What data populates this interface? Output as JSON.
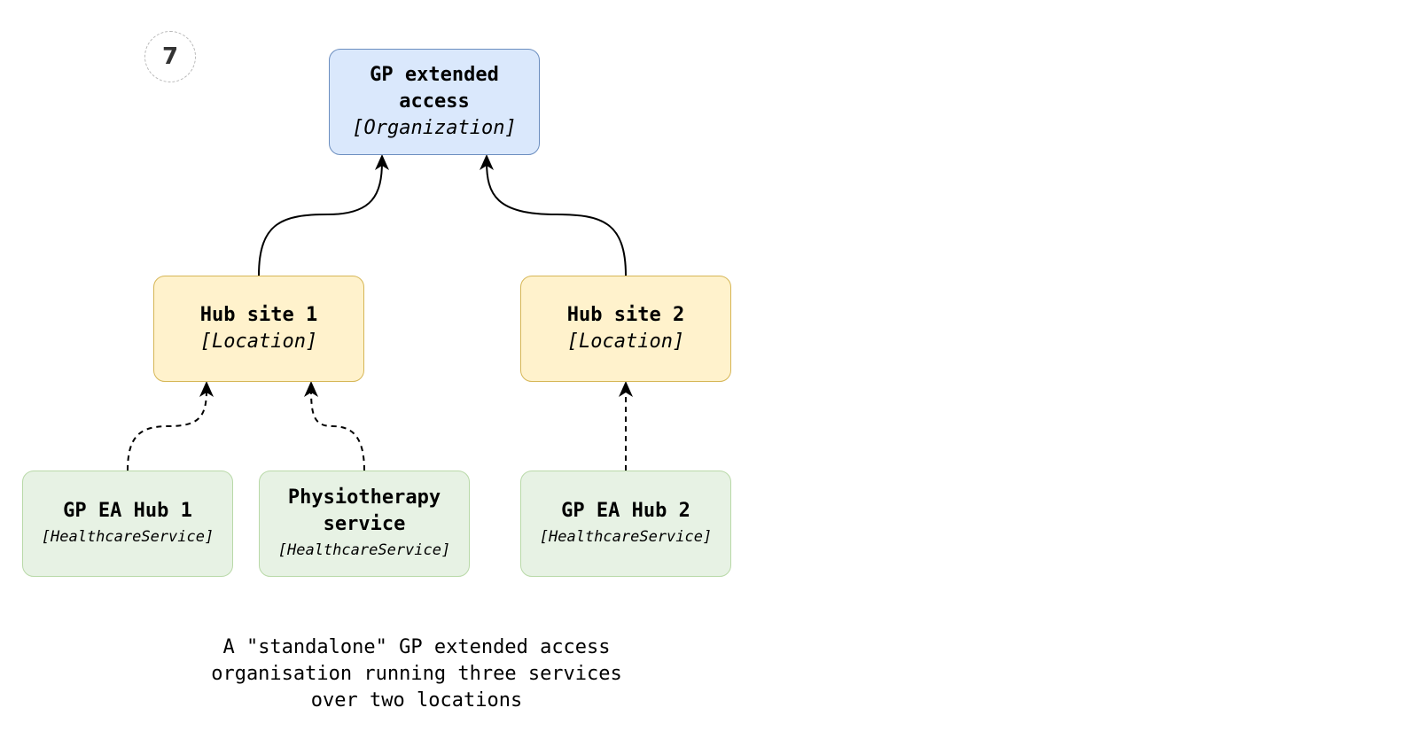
{
  "badge": "7",
  "nodes": {
    "org": {
      "title": "GP extended\naccess",
      "type": "[Organization]"
    },
    "hub_site_1": {
      "title": "Hub site 1",
      "type": "[Location]"
    },
    "hub_site_2": {
      "title": "Hub site 2",
      "type": "[Location]"
    },
    "gp_ea_hub_1": {
      "title": "GP EA Hub 1",
      "type": "[HealthcareService]"
    },
    "physio": {
      "title": "Physiotherapy\nservice",
      "type": "[HealthcareService]"
    },
    "gp_ea_hub_2": {
      "title": "GP EA Hub 2",
      "type": "[HealthcareService]"
    }
  },
  "edges": [
    {
      "from": "hub_site_1",
      "to": "org",
      "style": "solid"
    },
    {
      "from": "hub_site_2",
      "to": "org",
      "style": "solid"
    },
    {
      "from": "gp_ea_hub_1",
      "to": "hub_site_1",
      "style": "dashed"
    },
    {
      "from": "physio",
      "to": "hub_site_1",
      "style": "dashed"
    },
    {
      "from": "gp_ea_hub_2",
      "to": "hub_site_2",
      "style": "dashed"
    }
  ],
  "caption": "A \"standalone\" GP extended access\norganisation running three services\nover two locations",
  "colors": {
    "organization_fill": "#dae8fc",
    "organization_border": "#6c8ebf",
    "location_fill": "#fff2cc",
    "location_border": "#d6b656",
    "service_fill": "#e7f2e4",
    "service_border": "#b9d9a8"
  }
}
